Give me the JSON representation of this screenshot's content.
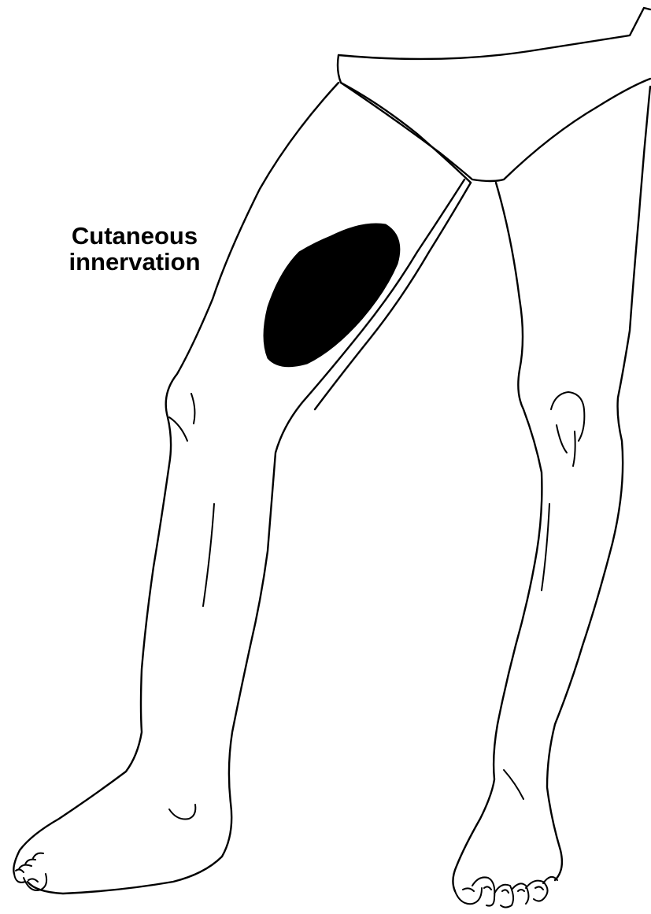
{
  "label": {
    "line1": "Cutaneous",
    "line2": "innervation"
  },
  "colors": {
    "outline": "#000000",
    "highlight_area": "#000000",
    "background": "#ffffff"
  },
  "icons": [
    "legs-anatomy-illustration",
    "innervation-area-marker"
  ]
}
